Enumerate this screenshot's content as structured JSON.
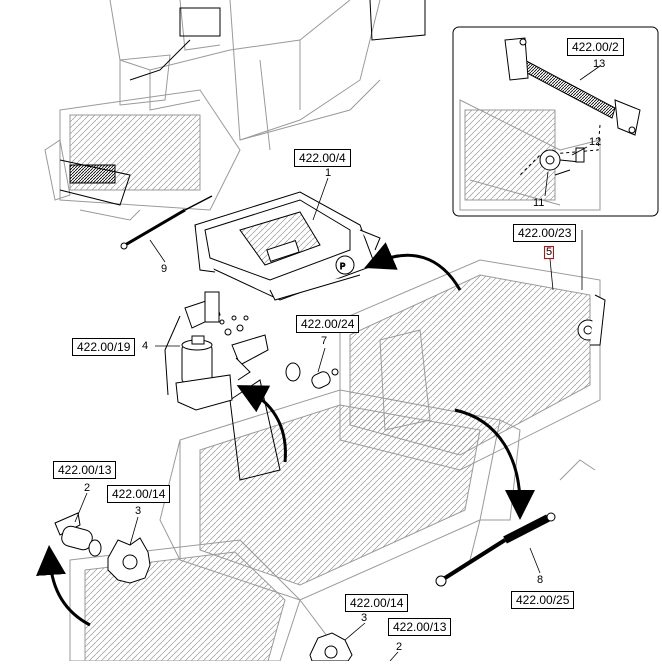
{
  "refs": {
    "r422_00_2": "422.00/2",
    "r422_00_4": "422.00/4",
    "r422_00_23": "422.00/23",
    "r422_00_24": "422.00/24",
    "r422_00_19": "422.00/19",
    "r422_00_13a": "422.00/13",
    "r422_00_14a": "422.00/14",
    "r422_00_25": "422.00/25",
    "r422_00_14b": "422.00/14",
    "r422_00_13b": "422.00/13"
  },
  "callouts": {
    "n13": "13",
    "n12": "12",
    "n11": "11",
    "n1": "1",
    "n9": "9",
    "n5": "5",
    "n4": "4",
    "n7": "7",
    "n2a": "2",
    "n3a": "3",
    "n8": "8",
    "n3b": "3",
    "n2b": "2"
  },
  "colors": {
    "line": "#000000",
    "ghost": "#9a9a9a",
    "highlight": "#e00000"
  }
}
